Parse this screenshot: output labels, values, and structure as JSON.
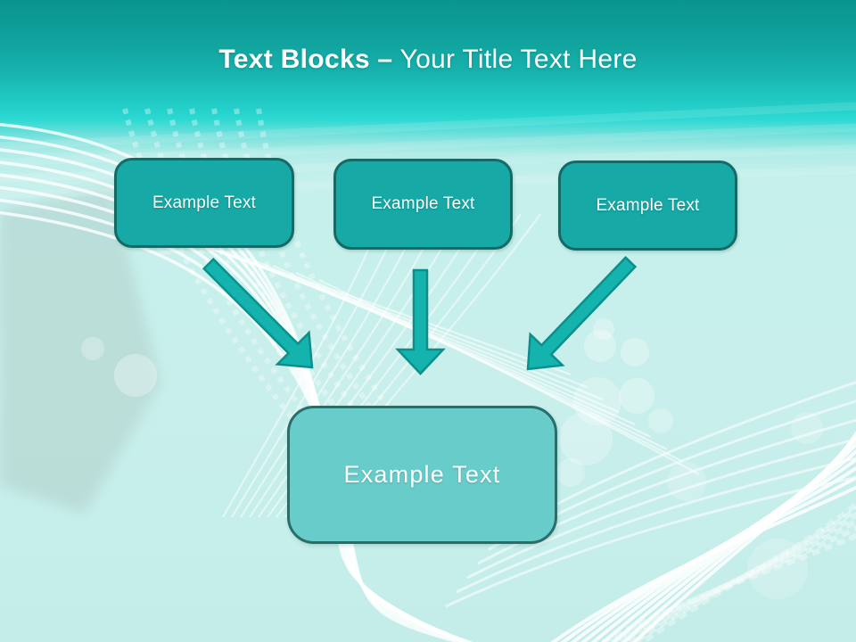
{
  "slide": {
    "title": {
      "bold": "Text Blocks –",
      "rest": "Your Title Text Here"
    }
  },
  "blocks": [
    {
      "label": "Example Text"
    },
    {
      "label": "Example Text"
    },
    {
      "label": "Example Text"
    }
  ],
  "main_block": {
    "label": "Example Text"
  },
  "arrows": [
    {
      "icon": "arrow-down-right-icon"
    },
    {
      "icon": "arrow-down-icon"
    },
    {
      "icon": "arrow-down-left-icon"
    }
  ],
  "colors": {
    "header_top": "#0a9490",
    "header_bright": "#2bd8d2",
    "body_background": "#c7efeb",
    "block_fill": "#17a9a6",
    "block_border": "#156a66",
    "arrow_fill": "#14b3ae",
    "arrow_border": "#0c8f8b",
    "main_block_fill": "#68cdca",
    "main_block_border": "#2a6e6a",
    "title_text": "#ffffff",
    "pattern": "#ffffff"
  }
}
